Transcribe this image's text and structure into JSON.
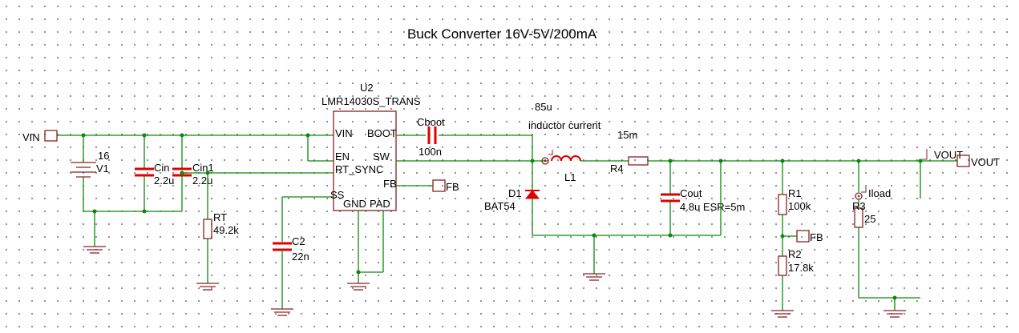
{
  "title": "Buck Converter 16V-5V/200mA",
  "ic": {
    "ref": "U2",
    "part": "LMR14030S_TRANS",
    "pins": {
      "vin": "VIN",
      "boot": "BOOT",
      "en": "EN",
      "sw": "SW",
      "rt_sync": "RT_SYNC",
      "fb": "FB",
      "ss": "SS",
      "gnd": "GND",
      "pad": "PAD"
    }
  },
  "ports": {
    "vin": "VIN",
    "vout": "VOUT",
    "fb": "FB"
  },
  "components": {
    "v1": {
      "ref": "V1",
      "value": "16"
    },
    "cin": {
      "ref": "Cin",
      "value": "2.2u"
    },
    "cin1": {
      "ref": "Cin1",
      "value": "2.2u"
    },
    "rt": {
      "ref": "RT",
      "value": "49.2k"
    },
    "c2": {
      "ref": "C2",
      "value": "22n"
    },
    "cboot": {
      "ref": "Cboot",
      "value": "100n"
    },
    "d1": {
      "ref": "D1",
      "value": "BAT54"
    },
    "l1": {
      "ref": "L1",
      "value": "85u"
    },
    "r4": {
      "ref": "R4",
      "value": "15m"
    },
    "cout": {
      "ref": "Cout",
      "value": "4.8u ESR=5m"
    },
    "r1": {
      "ref": "R1",
      "value": "100k"
    },
    "r2": {
      "ref": "R2",
      "value": "17.8k"
    },
    "r3": {
      "ref": "R3",
      "value": "25"
    }
  },
  "probes": {
    "inductor": "inductor current",
    "load": "Iload",
    "vout": "VOUT"
  },
  "colors": {
    "wire": "#0a8a0a",
    "component": "#8a2020",
    "capacitor": "#e00000",
    "port": "#8a2020"
  }
}
